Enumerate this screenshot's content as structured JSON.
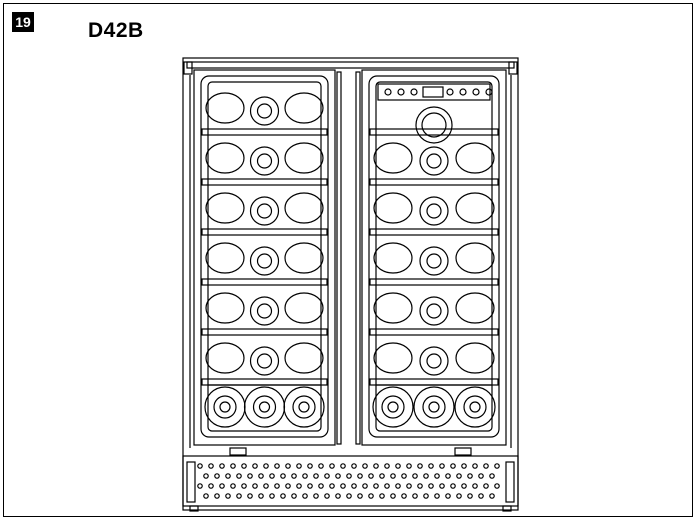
{
  "figure": {
    "number": "19",
    "model": "D42B"
  },
  "colors": {
    "line": "#000000",
    "background": "#ffffff"
  },
  "cooler": {
    "doors": 2,
    "shelves_per_door": 6,
    "bottles_per_row": 3,
    "bottom_rack_bottles": 3,
    "control_panel": "right-door-top",
    "vent_rows": 4
  }
}
